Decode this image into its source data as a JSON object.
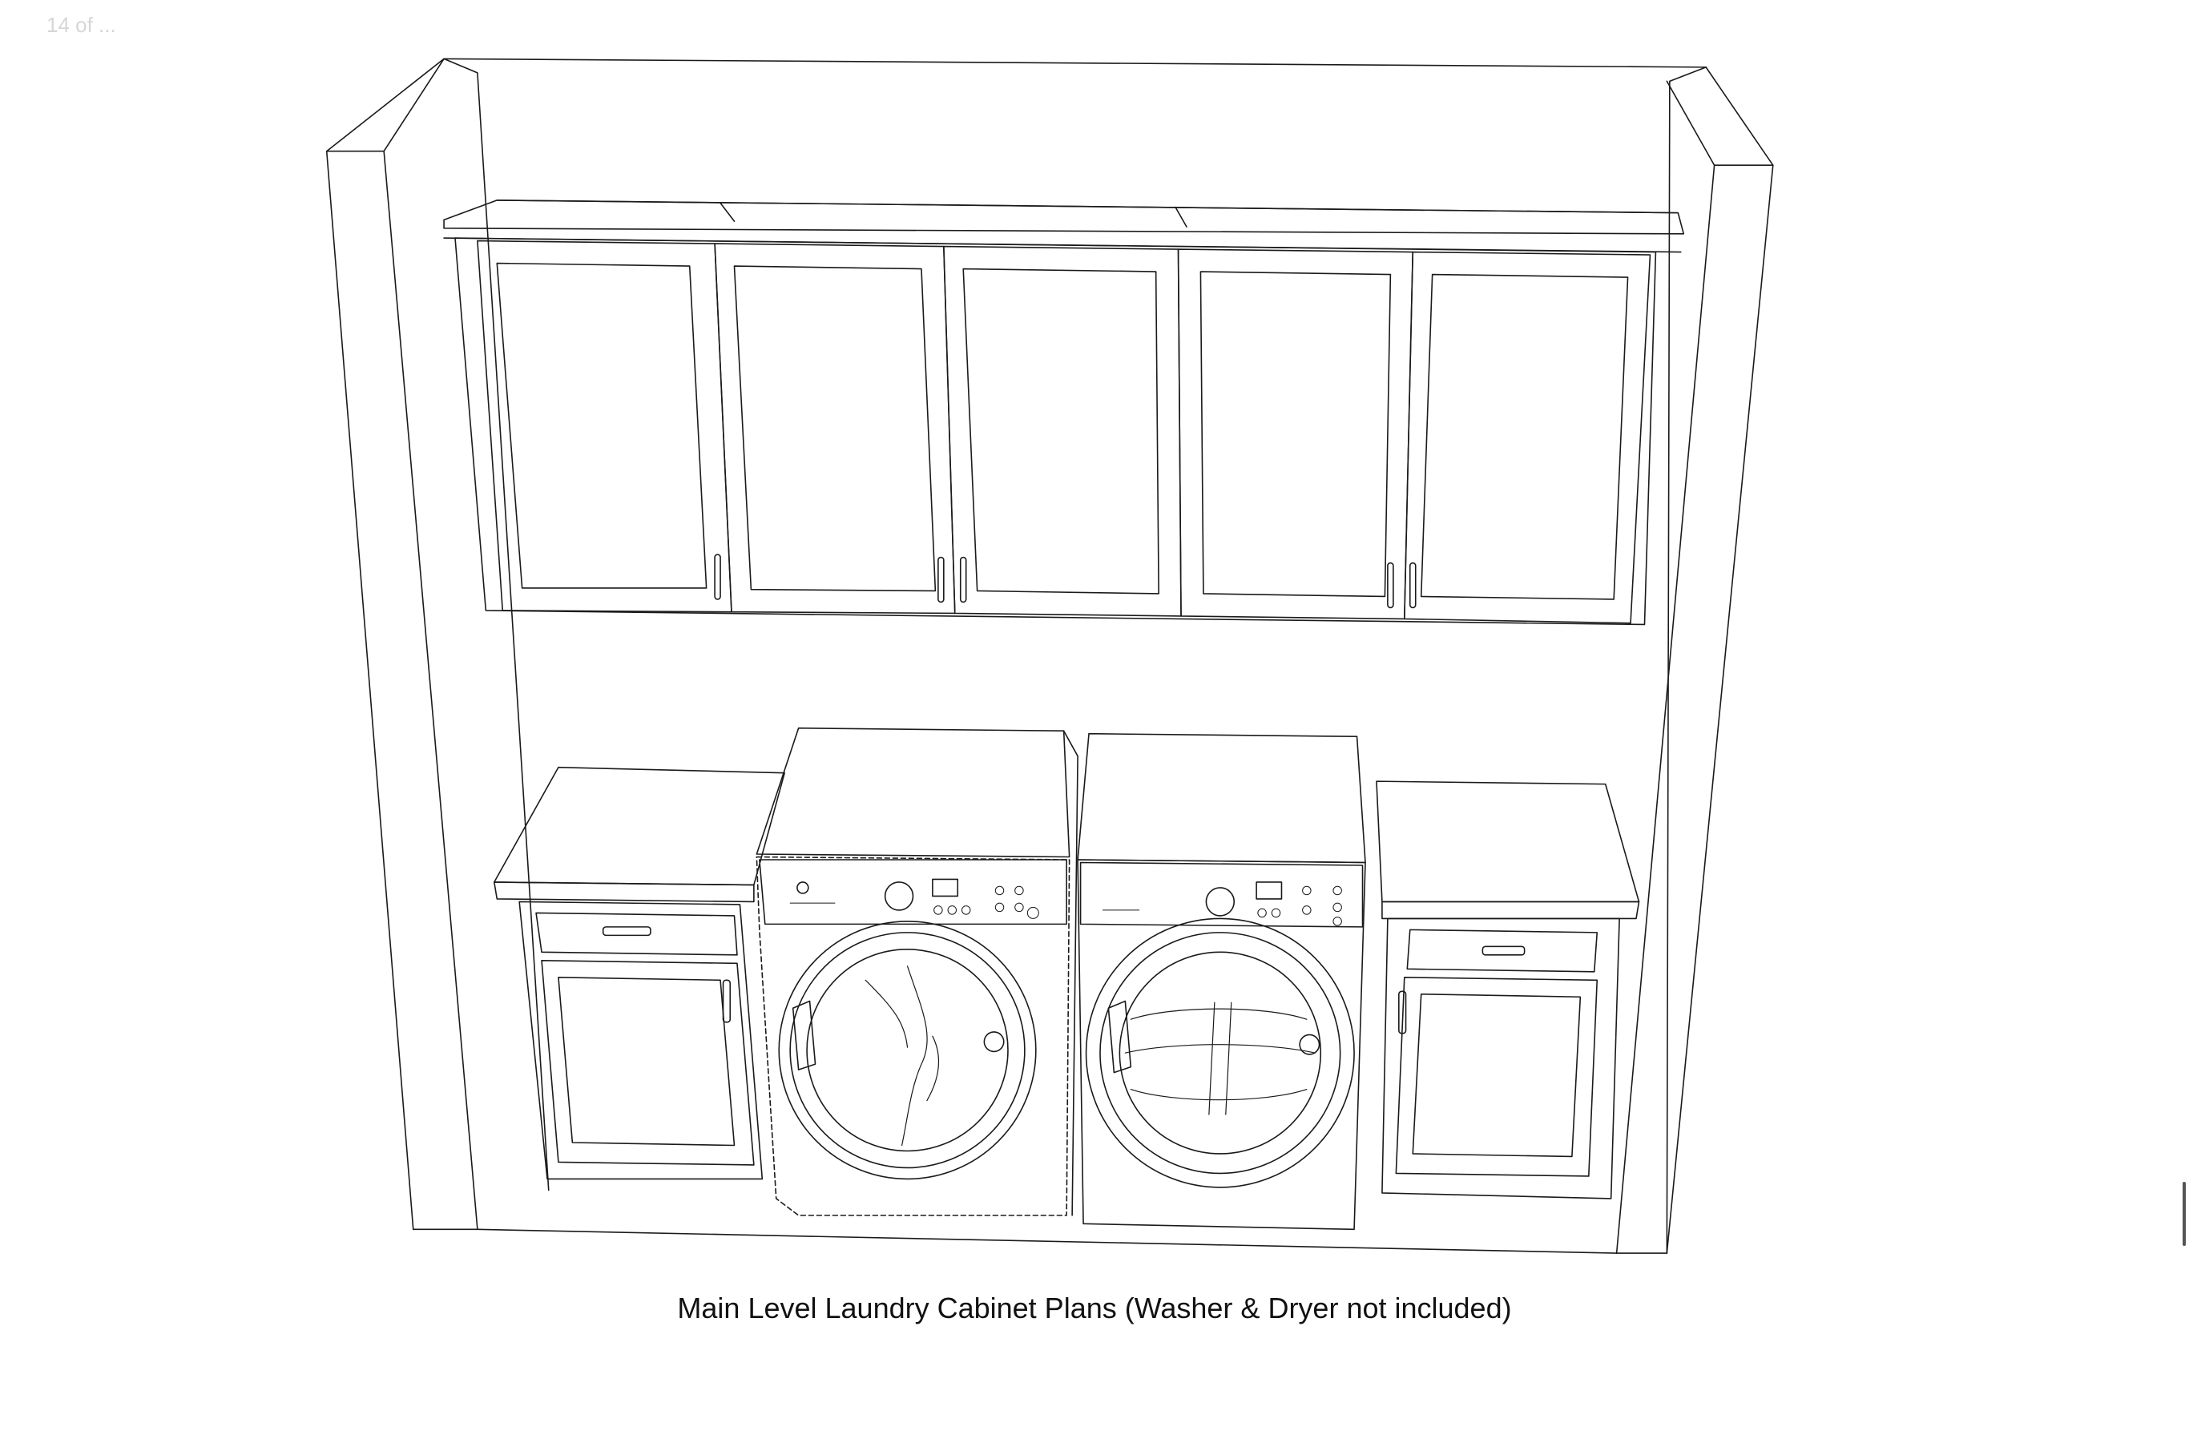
{
  "page_label": "14 of ...",
  "caption": "Main Level Laundry Cabinet Plans (Washer & Dryer not included)",
  "diagram": {
    "wall_cabinet_doors": 5,
    "base_cabinets": 2,
    "appliances": [
      "washer",
      "dryer"
    ]
  },
  "colors": {
    "line": "#1a1a1a",
    "background": "#ffffff",
    "caption": "#111111"
  }
}
